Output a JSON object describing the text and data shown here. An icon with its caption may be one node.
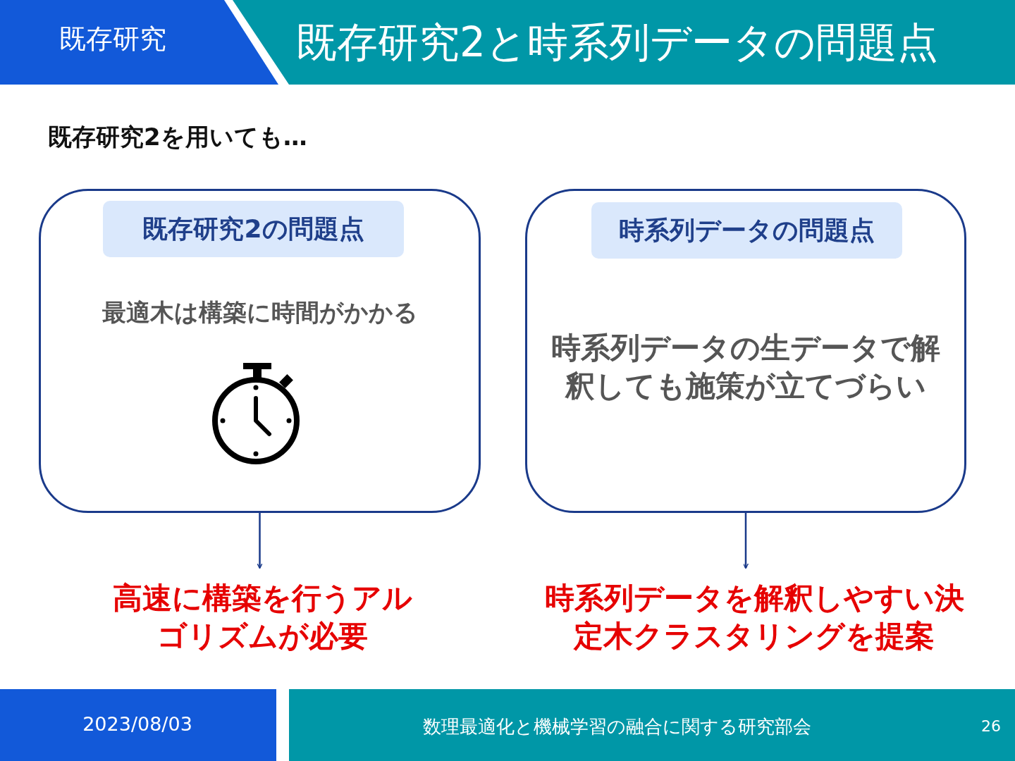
{
  "diagram": {
    "title": "既存研究2と時系列データの問題点",
    "nodes": [
      {
        "text": [
          "最適木は構築に時間がかかる"
        ]
      },
      {
        "text": [
          "既存研究2の問題点"
        ],
        "in": 0
      },
      {
        "text": [
          "時系列データの生データで解釈しても施策が立てづらい"
        ]
      },
      {
        "text": [
          "時系列データの問題点"
        ],
        "in": 2
      },
      {
        "text": [
          "高速に構築を行うアルゴリズムが必要"
        ]
      },
      {
        "text": [
          "時系列データを解釈しやすい決定木クラスタリングを提案"
        ]
      }
    ],
    "edges": [
      {
        "from": 0,
        "to": 4,
        "arrow": "to"
      },
      {
        "from": 2,
        "to": 5,
        "arrow": "to"
      }
    ],
    "labels": [
      "既存研究",
      "既存研究2を用いても…",
      "2023/08/03",
      "数理最適化と機械学習の融合に関する研究部会",
      "26"
    ]
  }
}
